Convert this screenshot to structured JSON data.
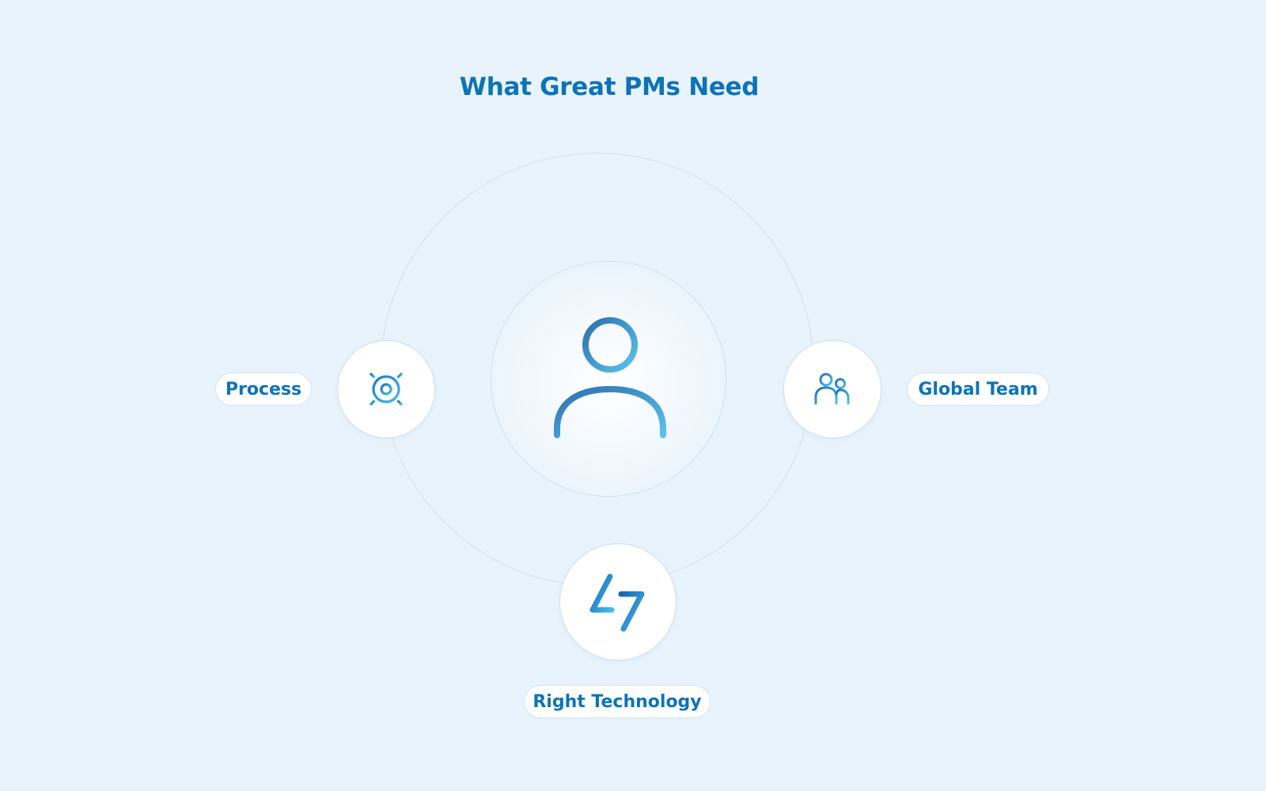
{
  "title": "What Great PMs Need",
  "center": {
    "icon": "person-icon"
  },
  "nodes": {
    "process": {
      "label": "Process",
      "icon": "gear-icon"
    },
    "team": {
      "label": "Global Team",
      "icon": "people-icon"
    },
    "tech": {
      "label": "Right Technology",
      "icon": "tech-logo-icon"
    }
  },
  "colors": {
    "background": "#e8f3fb",
    "title": "#0d73b8",
    "label": "#0d73b8",
    "ring": "#cfe1f1",
    "icon_dark": "#2a76b8",
    "icon_light": "#4fc0ea"
  }
}
